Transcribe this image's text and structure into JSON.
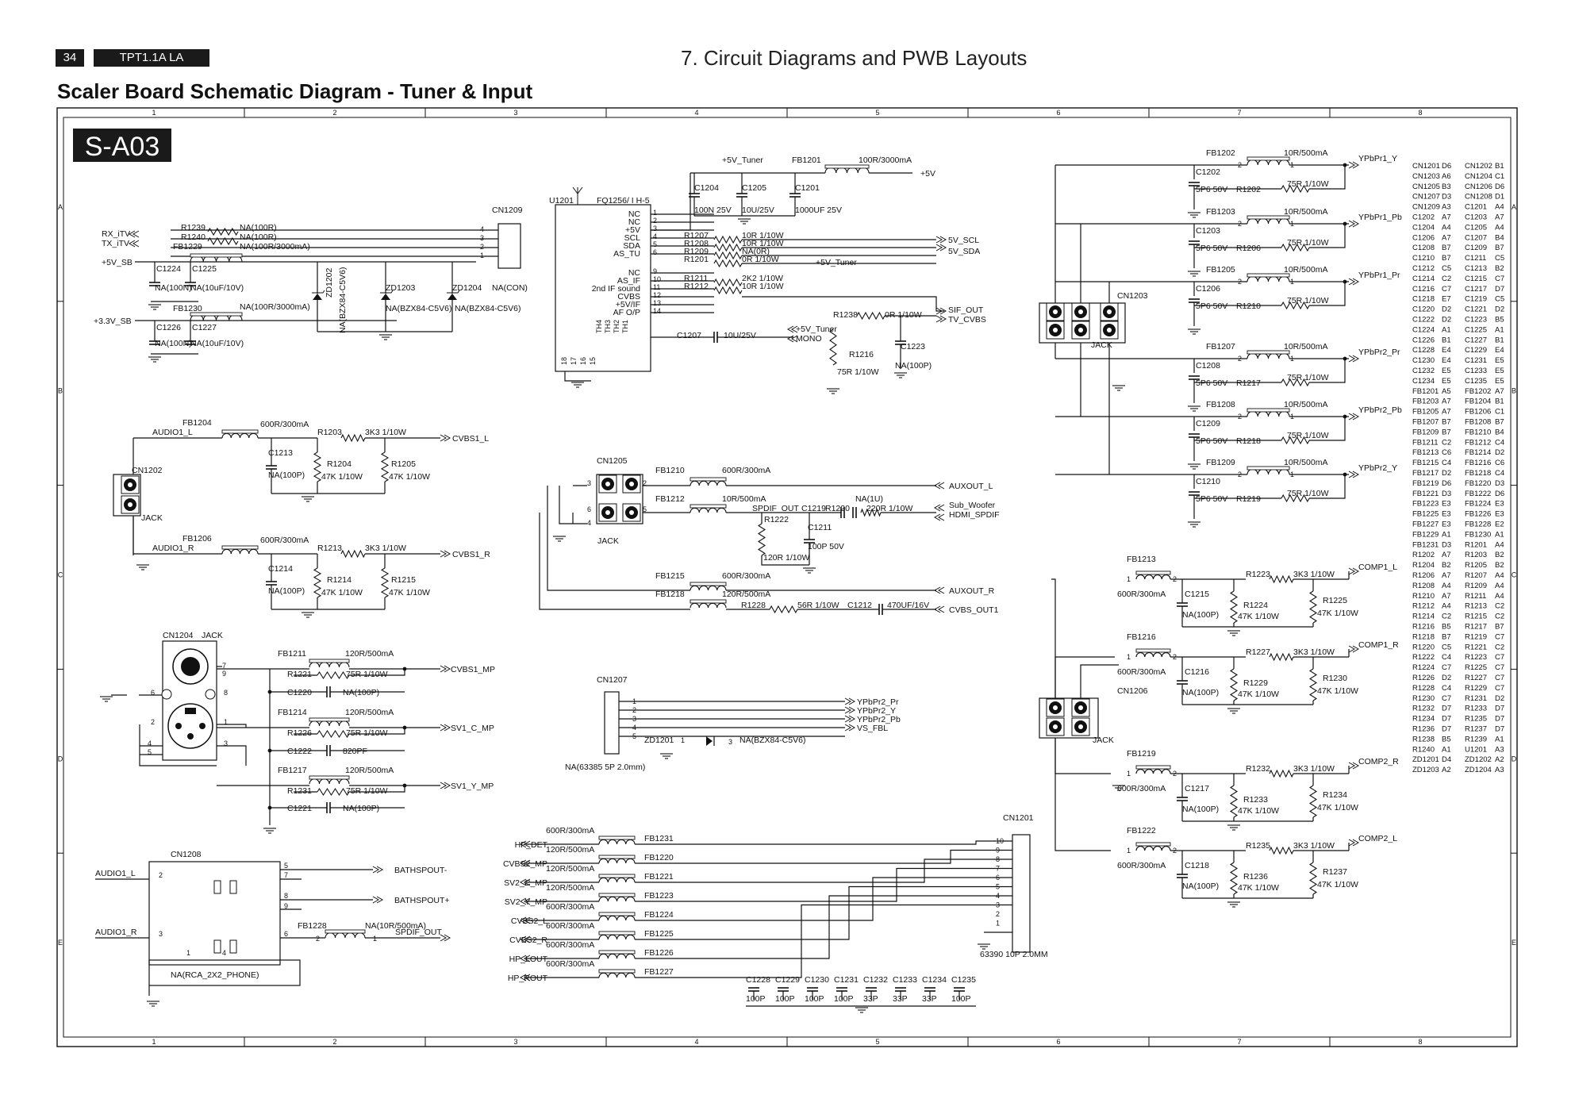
{
  "header": {
    "page_number": "34",
    "model": "TPT1.1A LA",
    "chapter": "7. Circuit Diagrams and PWB Layouts",
    "title": "Scaler Board Schematic Diagram - Tuner & Input",
    "diagram_code": "S-A03"
  },
  "grid": {
    "columns": [
      "1",
      "2",
      "3",
      "4",
      "5",
      "6",
      "7",
      "8"
    ],
    "rows": [
      "A",
      "B",
      "C",
      "D",
      "E"
    ]
  },
  "tuner": {
    "u_ref": "U1201",
    "u_part": "FQ1256/ I H-5",
    "pins_left": [
      "NC",
      "NC",
      "+5V",
      "SCL",
      "SDA",
      "AS_TU",
      "NC",
      "AS_IF",
      "2nd IF sound",
      "CVBS",
      "+5V/IF",
      "AF O/P"
    ],
    "pin_nums": [
      "1",
      "2",
      "3",
      "4",
      "5",
      "6",
      "9",
      "10",
      "11",
      "12",
      "13",
      "14"
    ],
    "th_pins": [
      "TH4",
      "TH3",
      "TH2",
      "TH1"
    ],
    "th_nums": [
      "18",
      "17",
      "16",
      "15"
    ],
    "supply": "+5V_Tuner",
    "fb1201": "FB1201",
    "fb1201_val": "100R/3000mA",
    "plus5v": "+5V",
    "c1204": "C1204",
    "c1204_val": "100N 25V",
    "c1205": "C1205",
    "c1205_val": "10U/25V",
    "c1201": "C1201",
    "c1201_val": "1000UF 25V",
    "r1207": "R1207",
    "r1207_val": "10R 1/10W",
    "r1208": "R1208",
    "r1208_val": "10R 1/10W",
    "r1209": "R1209",
    "r1209_val": "NA(0R)",
    "r1201": "R1201",
    "r1201_val": "0R 1/10W",
    "tuner_net": "+5V_Tuner",
    "scl": "5V_SCL",
    "sda": "5V_SDA",
    "r1211": "R1211",
    "r1211_val": "2K2 1/10W",
    "r1212": "R1212",
    "r1212_val": "10R 1/10W",
    "r1238": "R1238",
    "r1238_val": "0R 1/10W",
    "sif_out": "SIF_OUT",
    "tv_cvbs": "TV_CVBS",
    "r1216": "R1216",
    "r1216_val": "75R 1/10W",
    "c1223": "C1223",
    "c1223_val": "NA(100P)",
    "c1207": "C1207",
    "c1207_val": "10U/25V",
    "tuner5v": "+5V_Tuner",
    "mono": "MONO",
    "cn1209": "CN1209",
    "cn1209_pins": [
      "4",
      "3",
      "2",
      "1"
    ],
    "rx_itv": "RX_iTV",
    "tx_itv": "TX_iTV",
    "r1239": "R1239",
    "r1239_val": "NA(100R)",
    "r1240": "R1240",
    "r1240_val": "NA(100R)",
    "fb1229": "FB1229",
    "fb1229_val": "NA(100R/3000mA)",
    "p5v_sb": "+5V_SB",
    "c1224": "C1224",
    "c1224_val": "NA(100N)",
    "c1225": "C1225",
    "c1225_val": "NA(10uF/10V)",
    "fb1230": "FB1230",
    "fb1230_val": "NA(100R/3000mA)",
    "p33v_sb": "+3.3V_SB",
    "c1226": "C1226",
    "c1226_val": "NA(100N)",
    "c1227": "C1227",
    "c1227_val": "NA(10uF/10V)",
    "zd1202": "ZD1202",
    "zd1202_val": "NA(BZX84-C5V6)",
    "zd1203": "ZD1203",
    "zd1203_val": "NA(BZX84-C5V6)",
    "zd1204": "ZD1204",
    "zd1204_val": "NA(BZX84-C5V6)",
    "na_con": "NA(CON)"
  },
  "audio_in": {
    "fb1204": "FB1204",
    "fb1204_val": "600R/300mA",
    "audio1_l": "AUDIO1_L",
    "r1203": "R1203",
    "r1203_val": "3K3 1/10W",
    "cvbs1_l": "CVBS1_L",
    "c1213": "C1213",
    "c1213_val": "NA(100P)",
    "r1204": "R1204",
    "r1204_val": "47K 1/10W",
    "r1205": "R1205",
    "r1205_val": "47K 1/10W",
    "cn1202": "CN1202",
    "jack": "JACK",
    "fb1206": "FB1206",
    "fb1206_val": "600R/300mA",
    "audio1_r": "AUDIO1_R",
    "r1213": "R1213",
    "r1213_val": "3K3 1/10W",
    "cvbs1_r": "CVBS1_R",
    "c1214": "C1214",
    "c1214_val": "NA(100P)",
    "r1214": "R1214",
    "r1214_val": "47K 1/10W",
    "r1215": "R1215",
    "r1215_val": "47K 1/10W"
  },
  "aux": {
    "cn1205": "CN1205",
    "jack": "JACK",
    "fb1210": "FB1210",
    "fb1210_val": "600R/300mA",
    "auxout_l": "AUXOUT_L",
    "fb1212": "FB1212",
    "fb1212_val": "10R/500mA",
    "spdif_out": "SPDIF_OUT",
    "c1219": "C1219",
    "c1219_val": "NA(1U)",
    "r1220": "R1220",
    "r1220_val": "220R 1/10W",
    "sub_woofer": "Sub_Woofer",
    "hdmi_spdif": "HDMI_SPDIF",
    "r1222": "R1222",
    "r1222_val": "120R 1/10W",
    "c1211": "C1211",
    "c1211_val": "100P 50V",
    "fb1215": "FB1215",
    "fb1215_val": "600R/300mA",
    "auxout_r": "AUXOUT_R",
    "fb1218": "FB1218",
    "fb1218_val": "120R/500mA",
    "r1228": "R1228",
    "r1228_val": "56R 1/10W",
    "c1212": "C1212",
    "c1212_val": "470UF/16V",
    "cvbs_out1": "CVBS_OUT1"
  },
  "ypbpr_top": {
    "cn1203": "CN1203",
    "jack": "JACK",
    "rows": [
      {
        "fb": "FB1202",
        "fb_val": "10R/500mA",
        "c": "C1202",
        "c_val": "5P6 50V",
        "r": "R1202",
        "r_val": "75R 1/10W",
        "net": "YPbPr1_Y"
      },
      {
        "fb": "FB1203",
        "fb_val": "10R/500mA",
        "c": "C1203",
        "c_val": "5P6 50V",
        "r": "R1206",
        "r_val": "75R 1/10W",
        "net": "YPbPr1_Pb"
      },
      {
        "fb": "FB1205",
        "fb_val": "10R/500mA",
        "c": "C1206",
        "c_val": "5P6 50V",
        "r": "R1210",
        "r_val": "75R 1/10W",
        "net": "YPbPr1_Pr"
      },
      {
        "fb": "FB1207",
        "fb_val": "10R/500mA",
        "c": "C1208",
        "c_val": "5P6 50V",
        "r": "R1217",
        "r_val": "75R 1/10W",
        "net": "YPbPr2_Pr"
      },
      {
        "fb": "FB1208",
        "fb_val": "10R/500mA",
        "c": "C1209",
        "c_val": "5P6 50V",
        "r": "R1218",
        "r_val": "75R 1/10W",
        "net": "YPbPr2_Pb"
      },
      {
        "fb": "FB1209",
        "fb_val": "10R/500mA",
        "c": "C1210",
        "c_val": "5P6 50V",
        "r": "R1219",
        "r_val": "75R 1/10W",
        "net": "YPbPr2_Y"
      }
    ]
  },
  "comp": {
    "cn1206": "CN1206",
    "jack": "JACK",
    "rows": [
      {
        "fb": "FB1213",
        "fb_val": "600R/300mA",
        "c": "C1215",
        "c_val": "NA(100P)",
        "r1": "R1223",
        "r1_val": "3K3 1/10W",
        "r2": "R1224",
        "r2_val": "47K 1/10W",
        "r3": "R1225",
        "r3_val": "47K 1/10W",
        "net": "COMP1_L"
      },
      {
        "fb": "FB1216",
        "fb_val": "600R/300mA",
        "c": "C1216",
        "c_val": "NA(100P)",
        "r1": "R1227",
        "r1_val": "3K3 1/10W",
        "r2": "R1229",
        "r2_val": "47K 1/10W",
        "r3": "R1230",
        "r3_val": "47K 1/10W",
        "net": "COMP1_R"
      },
      {
        "fb": "FB1219",
        "fb_val": "600R/300mA",
        "c": "C1217",
        "c_val": "NA(100P)",
        "r1": "R1232",
        "r1_val": "3K3 1/10W",
        "r2": "R1233",
        "r2_val": "47K 1/10W",
        "r3": "R1234",
        "r3_val": "47K 1/10W",
        "net": "COMP2_R"
      },
      {
        "fb": "FB1222",
        "fb_val": "600R/300mA",
        "c": "C1218",
        "c_val": "NA(100P)",
        "r1": "R1235",
        "r1_val": "3K3 1/10W",
        "r2": "R1236",
        "r2_val": "47K 1/10W",
        "r3": "R1237",
        "r3_val": "47K 1/10W",
        "net": "COMP2_L"
      }
    ]
  },
  "scart": {
    "cn1204": "CN1204",
    "jack": "JACK",
    "pins": [
      "7",
      "9",
      "6",
      "8",
      "2",
      "1",
      "4",
      "5",
      "3"
    ],
    "rows": [
      {
        "fb": "FB1211",
        "fb_val": "120R/500mA",
        "r": "R1221",
        "r_val": "75R 1/10W",
        "net": "CVBS1_MP"
      },
      {
        "fb": "FB1214",
        "fb_val": "120R/500mA",
        "r": "R1226",
        "r_val": "75R 1/10W",
        "net": "SV1_C_MP"
      },
      {
        "fb": "FB1217",
        "fb_val": "120R/500mA",
        "r": "R1231",
        "r_val": "75R 1/10W",
        "net": "SV1_Y_MP"
      }
    ],
    "caps": [
      {
        "c": "C1220",
        "c_val": "NA(100P)"
      },
      {
        "c": "C1222",
        "c_val": "820PF"
      },
      {
        "c": "C1221",
        "c_val": "NA(100P)"
      }
    ]
  },
  "cn1207": {
    "ref": "CN1207",
    "pins": [
      "1",
      "2",
      "3",
      "4",
      "5"
    ],
    "nets": [
      "YPbPr2_Pr",
      "YPbPr2_Y",
      "YPbPr2_Pb",
      "VS_FBL"
    ],
    "zd1201": "ZD1201",
    "zd1201_val": "NA(BZX84-C5V6)",
    "part": "NA(63385 5P 2.0mm)"
  },
  "rca": {
    "cn1208": "CN1208",
    "audio1_l": "AUDIO1_L",
    "audio1_r": "AUDIO1_R",
    "pins": [
      "2",
      "3",
      "1",
      "4",
      "5",
      "7",
      "8",
      "9",
      "6"
    ],
    "bathspout_minus": "BATHSPOUT-",
    "bathspout_plus": "BATHSPOUT+",
    "fb1228": "FB1228",
    "fb1228_val": "NA(10R/500mA)",
    "spdif_out": "SPDIF_OUT",
    "part": "NA(RCA_2X2_PHONE)"
  },
  "cn1201": {
    "ref": "CN1201",
    "part": "63390 10P 2.0MM",
    "pins": [
      "10",
      "9",
      "8",
      "7",
      "6",
      "5",
      "4",
      "3",
      "2",
      "1"
    ],
    "nets": [
      "HP_DET",
      "CVBS2_MP",
      "SV2_C_MP",
      "SV2_Y_MP",
      "CVBS2_L",
      "CVBS2_R",
      "HP_LOUT",
      "HP_ROUT"
    ],
    "fbs": [
      {
        "fb": "FB1231",
        "val": "600R/300mA"
      },
      {
        "fb": "FB1220",
        "val": "120R/500mA"
      },
      {
        "fb": "FB1221",
        "val": "120R/500mA"
      },
      {
        "fb": "FB1223",
        "val": "120R/500mA"
      },
      {
        "fb": "FB1224",
        "val": "600R/300mA"
      },
      {
        "fb": "FB1225",
        "val": "600R/300mA"
      },
      {
        "fb": "FB1226",
        "val": "600R/300mA"
      },
      {
        "fb": "FB1227",
        "val": "600R/300mA"
      }
    ],
    "caps": [
      {
        "c": "C1228",
        "v": "100P"
      },
      {
        "c": "C1229",
        "v": "100P"
      },
      {
        "c": "C1230",
        "v": "100P"
      },
      {
        "c": "C1231",
        "v": "100P"
      },
      {
        "c": "C1232",
        "v": "33P"
      },
      {
        "c": "C1233",
        "v": "33P"
      },
      {
        "c": "C1234",
        "v": "33P"
      },
      {
        "c": "C1235",
        "v": "100P"
      }
    ]
  },
  "parts_index": [
    [
      "CN1201",
      "D6",
      "CN1202",
      "B1"
    ],
    [
      "CN1203",
      "A6",
      "CN1204",
      "C1"
    ],
    [
      "CN1205",
      "B3",
      "CN1206",
      "D6"
    ],
    [
      "CN1207",
      "D3",
      "CN1208",
      "D1"
    ],
    [
      "CN1209",
      "A3",
      "C1201",
      "A4"
    ],
    [
      "C1202",
      "A7",
      "C1203",
      "A7"
    ],
    [
      "C1204",
      "A4",
      "C1205",
      "A4"
    ],
    [
      "C1206",
      "A7",
      "C1207",
      "B4"
    ],
    [
      "C1208",
      "B7",
      "C1209",
      "B7"
    ],
    [
      "C1210",
      "B7",
      "C1211",
      "C5"
    ],
    [
      "C1212",
      "C5",
      "C1213",
      "B2"
    ],
    [
      "C1214",
      "C2",
      "C1215",
      "C7"
    ],
    [
      "C1216",
      "C7",
      "C1217",
      "D7"
    ],
    [
      "C1218",
      "E7",
      "C1219",
      "C5"
    ],
    [
      "C1220",
      "D2",
      "C1221",
      "D2"
    ],
    [
      "C1222",
      "D2",
      "C1223",
      "B5"
    ],
    [
      "C1224",
      "A1",
      "C1225",
      "A1"
    ],
    [
      "C1226",
      "B1",
      "C1227",
      "B1"
    ],
    [
      "C1228",
      "E4",
      "C1229",
      "E4"
    ],
    [
      "C1230",
      "E4",
      "C1231",
      "E5"
    ],
    [
      "C1232",
      "E5",
      "C1233",
      "E5"
    ],
    [
      "C1234",
      "E5",
      "C1235",
      "E5"
    ],
    [
      "FB1201",
      "A5",
      "FB1202",
      "A7"
    ],
    [
      "FB1203",
      "A7",
      "FB1204",
      "B1"
    ],
    [
      "FB1205",
      "A7",
      "FB1206",
      "C1"
    ],
    [
      "FB1207",
      "B7",
      "FB1208",
      "B7"
    ],
    [
      "FB1209",
      "B7",
      "FB1210",
      "B4"
    ],
    [
      "FB1211",
      "C2",
      "FB1212",
      "C4"
    ],
    [
      "FB1213",
      "C6",
      "FB1214",
      "D2"
    ],
    [
      "FB1215",
      "C4",
      "FB1216",
      "C6"
    ],
    [
      "FB1217",
      "D2",
      "FB1218",
      "C4"
    ],
    [
      "FB1219",
      "D6",
      "FB1220",
      "D3"
    ],
    [
      "FB1221",
      "D3",
      "FB1222",
      "D6"
    ],
    [
      "FB1223",
      "E3",
      "FB1224",
      "E3"
    ],
    [
      "FB1225",
      "E3",
      "FB1226",
      "E3"
    ],
    [
      "FB1227",
      "E3",
      "FB1228",
      "E2"
    ],
    [
      "FB1229",
      "A1",
      "FB1230",
      "A1"
    ],
    [
      "FB1231",
      "D3",
      "R1201",
      "A4"
    ],
    [
      "R1202",
      "A7",
      "R1203",
      "B2"
    ],
    [
      "R1204",
      "B2",
      "R1205",
      "B2"
    ],
    [
      "R1206",
      "A7",
      "R1207",
      "A4"
    ],
    [
      "R1208",
      "A4",
      "R1209",
      "A4"
    ],
    [
      "R1210",
      "A7",
      "R1211",
      "A4"
    ],
    [
      "R1212",
      "A4",
      "R1213",
      "C2"
    ],
    [
      "R1214",
      "C2",
      "R1215",
      "C2"
    ],
    [
      "R1216",
      "B5",
      "R1217",
      "B7"
    ],
    [
      "R1218",
      "B7",
      "R1219",
      "C7"
    ],
    [
      "R1220",
      "C5",
      "R1221",
      "C2"
    ],
    [
      "R1222",
      "C4",
      "R1223",
      "C7"
    ],
    [
      "R1224",
      "C7",
      "R1225",
      "C7"
    ],
    [
      "R1226",
      "D2",
      "R1227",
      "C7"
    ],
    [
      "R1228",
      "C4",
      "R1229",
      "C7"
    ],
    [
      "R1230",
      "C7",
      "R1231",
      "D2"
    ],
    [
      "R1232",
      "D7",
      "R1233",
      "D7"
    ],
    [
      "R1234",
      "D7",
      "R1235",
      "D7"
    ],
    [
      "R1236",
      "D7",
      "R1237",
      "D7"
    ],
    [
      "R1238",
      "B5",
      "R1239",
      "A1"
    ],
    [
      "R1240",
      "A1",
      "U1201",
      "A3"
    ],
    [
      "ZD1201",
      "D4",
      "ZD1202",
      "A2"
    ],
    [
      "ZD1203",
      "A2",
      "ZD1204",
      "A3"
    ]
  ]
}
